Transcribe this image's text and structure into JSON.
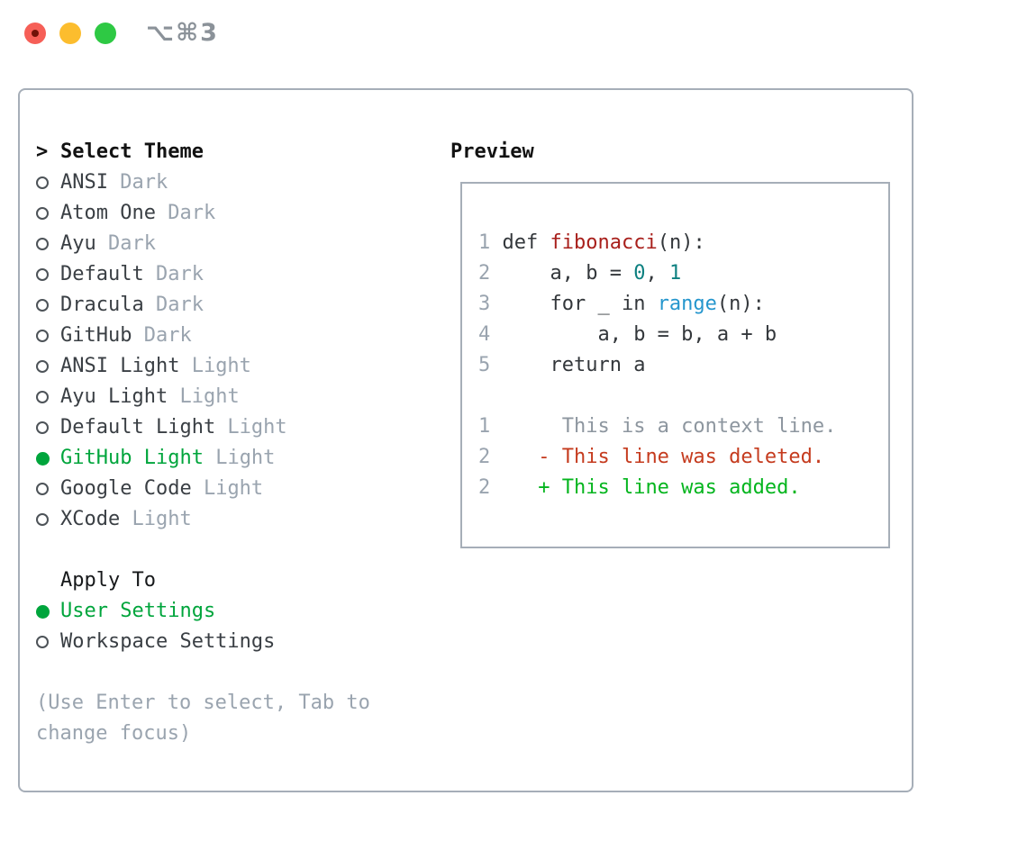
{
  "window": {
    "title": "⌥⌘3",
    "traffic_lights": [
      "close",
      "minimize",
      "zoom"
    ]
  },
  "colors": {
    "green": "#00a53c",
    "dark_text": "#3a3f44",
    "muted": "#9aa4af",
    "border": "#a6aeb8",
    "titlebar_text": "#8b9299",
    "code": "#33373b",
    "func": "#a81f1b",
    "numlit": "#0d8080",
    "builtin": "#2596cd",
    "context": "#8d969f",
    "deleted": "#c53b1e",
    "added": "#04b51e",
    "tl_red": "#f65f57",
    "tl_red_dot": "#701208",
    "tl_yellow": "#fcbd2e",
    "tl_green": "#2ec944"
  },
  "theme_picker": {
    "prompt": ">",
    "title": "Select Theme",
    "items": [
      {
        "name": "ANSI",
        "variant": "Dark",
        "selected": false
      },
      {
        "name": "Atom One",
        "variant": "Dark",
        "selected": false
      },
      {
        "name": "Ayu",
        "variant": "Dark",
        "selected": false
      },
      {
        "name": "Default",
        "variant": "Dark",
        "selected": false
      },
      {
        "name": "Dracula",
        "variant": "Dark",
        "selected": false
      },
      {
        "name": "GitHub",
        "variant": "Dark",
        "selected": false
      },
      {
        "name": "ANSI Light",
        "variant": "Light",
        "selected": false
      },
      {
        "name": "Ayu Light",
        "variant": "Light",
        "selected": false
      },
      {
        "name": "Default Light",
        "variant": "Light",
        "selected": false
      },
      {
        "name": "GitHub Light",
        "variant": "Light",
        "selected": true
      },
      {
        "name": "Google Code",
        "variant": "Light",
        "selected": false
      },
      {
        "name": "XCode",
        "variant": "Light",
        "selected": false
      }
    ],
    "apply_to": {
      "title": "Apply To",
      "options": [
        {
          "name": "User Settings",
          "selected": true
        },
        {
          "name": "Workspace Settings",
          "selected": false
        }
      ]
    },
    "hint": "(Use Enter to select, Tab to change focus)"
  },
  "preview": {
    "title": "Preview",
    "lines": [
      {
        "num": "1",
        "segs": [
          {
            "t": "def ",
            "c": "code"
          },
          {
            "t": "fibonacci",
            "c": "func"
          },
          {
            "t": "(n):",
            "c": "code"
          }
        ]
      },
      {
        "num": "2",
        "segs": [
          {
            "t": "    a, b = ",
            "c": "code"
          },
          {
            "t": "0",
            "c": "num"
          },
          {
            "t": ", ",
            "c": "code"
          },
          {
            "t": "1",
            "c": "num"
          }
        ]
      },
      {
        "num": "3",
        "segs": [
          {
            "t": "    for _ in ",
            "c": "code"
          },
          {
            "t": "range",
            "c": "builtin"
          },
          {
            "t": "(n):",
            "c": "code"
          }
        ]
      },
      {
        "num": "4",
        "segs": [
          {
            "t": "        a, b = b, a + b",
            "c": "code"
          }
        ]
      },
      {
        "num": "5",
        "segs": [
          {
            "t": "    return a",
            "c": "code"
          }
        ]
      },
      {
        "num": "",
        "segs": []
      },
      {
        "num": "1",
        "segs": [
          {
            "t": "     This is a context line.",
            "c": "context"
          }
        ]
      },
      {
        "num": "2",
        "segs": [
          {
            "t": "   - This line was deleted.",
            "c": "deleted"
          }
        ]
      },
      {
        "num": "2",
        "segs": [
          {
            "t": "   + This line was added.",
            "c": "added"
          }
        ]
      }
    ]
  }
}
